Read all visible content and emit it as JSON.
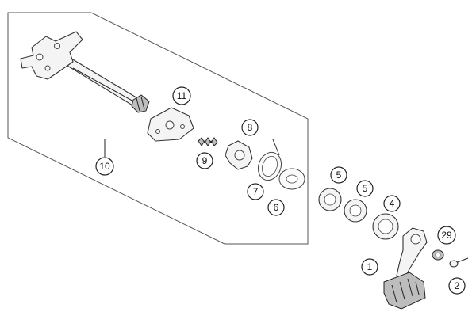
{
  "callouts": [
    {
      "id": "c1",
      "label": "1",
      "highlight": true
    },
    {
      "id": "c2",
      "label": "2"
    },
    {
      "id": "c4",
      "label": "4"
    },
    {
      "id": "c5a",
      "label": "5"
    },
    {
      "id": "c5b",
      "label": "5"
    },
    {
      "id": "c6",
      "label": "6"
    },
    {
      "id": "c7",
      "label": "7"
    },
    {
      "id": "c8",
      "label": "8"
    },
    {
      "id": "c9",
      "label": "9"
    },
    {
      "id": "c10",
      "label": "10"
    },
    {
      "id": "c11",
      "label": "11"
    },
    {
      "id": "c29",
      "label": "29"
    }
  ],
  "colors": {
    "highlight": "#e2761e",
    "stroke": "#222222"
  }
}
